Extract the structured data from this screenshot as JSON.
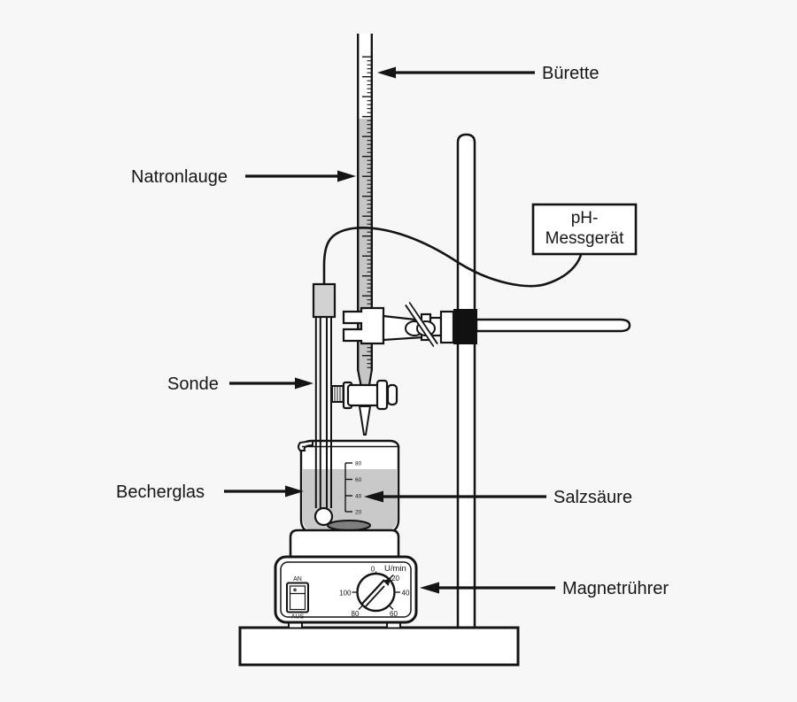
{
  "figure": {
    "kind": "titration-apparatus-diagram",
    "background_color": "#f7f7f7",
    "ink_color": "#141414",
    "liquid_color": "#c6c6c6"
  },
  "annotations": {
    "buerette": "Bürette",
    "natronlauge": "Natronlauge",
    "sonde": "Sonde",
    "becherglas": "Becherglas",
    "salzsaeure": "Salzsäure",
    "magnetruehrer": "Magnetrührer"
  },
  "ph_meter": {
    "line1": "pH-",
    "line2": "Messgerät"
  },
  "beaker_scale": {
    "values": [
      "80",
      "60",
      "40",
      "20"
    ]
  },
  "stirrer": {
    "speed_unit": "U/min",
    "dial_labels": [
      "0",
      "20",
      "40",
      "60",
      "80",
      "100"
    ],
    "switch_on_label": "AN",
    "switch_off_label": "AUS"
  }
}
